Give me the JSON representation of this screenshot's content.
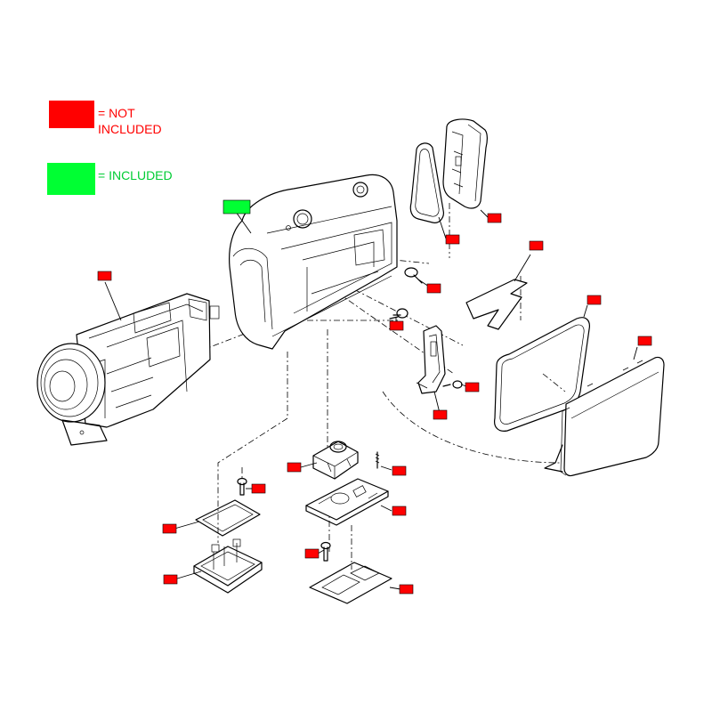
{
  "legend": {
    "not_included": {
      "color": "#ff0000",
      "label_line1": "= NOT",
      "label_line2": "INCLUDED"
    },
    "included": {
      "color": "#00ff33",
      "label": "= INCLUDED"
    }
  },
  "parts": [
    {
      "id": "main-housing-frame",
      "status": "included"
    },
    {
      "id": "battery-door-seal-ring",
      "status": "not_included"
    },
    {
      "id": "battery-door-side-cover",
      "status": "not_included"
    },
    {
      "id": "top-screw",
      "status": "not_included"
    },
    {
      "id": "front-screw",
      "status": "not_included"
    },
    {
      "id": "lens-block-assembly",
      "status": "not_included"
    },
    {
      "id": "insulation-sheet",
      "status": "not_included"
    },
    {
      "id": "lcd-panel-gasket",
      "status": "not_included"
    },
    {
      "id": "lcd-side-panel",
      "status": "not_included"
    },
    {
      "id": "side-bracket",
      "status": "not_included"
    },
    {
      "id": "bracket-screw",
      "status": "not_included"
    },
    {
      "id": "bottom-left-screw",
      "status": "not_included"
    },
    {
      "id": "bottom-left-gasket",
      "status": "not_included"
    },
    {
      "id": "bottom-left-cover",
      "status": "not_included"
    },
    {
      "id": "tripod-socket-block",
      "status": "not_included"
    },
    {
      "id": "spring-pin",
      "status": "not_included"
    },
    {
      "id": "bottom-plate",
      "status": "not_included"
    },
    {
      "id": "bottom-center-screw",
      "status": "not_included"
    },
    {
      "id": "bottom-adhesive-sheet",
      "status": "not_included"
    }
  ]
}
